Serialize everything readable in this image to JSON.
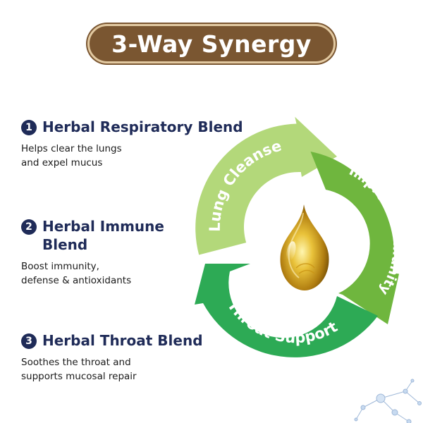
{
  "title": "3-Way Synergy",
  "items": [
    {
      "number": "1",
      "title": "Herbal Respiratory Blend",
      "desc_line1": "Helps clear the lungs",
      "desc_line2": "and expel mucus"
    },
    {
      "number": "2",
      "title_line1": "Herbal Immune",
      "title_line2": "Blend",
      "desc_line1": "Boost immunity,",
      "desc_line2": "defense & antioxidants"
    },
    {
      "number": "3",
      "title": "Herbal Throat Blend",
      "desc_line1": "Soothes the throat and",
      "desc_line2": "supports mucosal repair"
    }
  ],
  "cycle": {
    "segments": [
      {
        "label": "Lung Cleanse",
        "color": "#b3d87a"
      },
      {
        "label": "Improve immunity",
        "color": "#6fb63e"
      },
      {
        "label": "Throat Support",
        "color": "#2daa55"
      }
    ],
    "center_icon": "oil-drop-icon"
  },
  "colors": {
    "banner": "#7a5631",
    "banner_border": "#e2c9a1",
    "heading": "#1f2b58",
    "drop": "#d4a21a"
  },
  "decor_icon": "molecule-network-icon"
}
